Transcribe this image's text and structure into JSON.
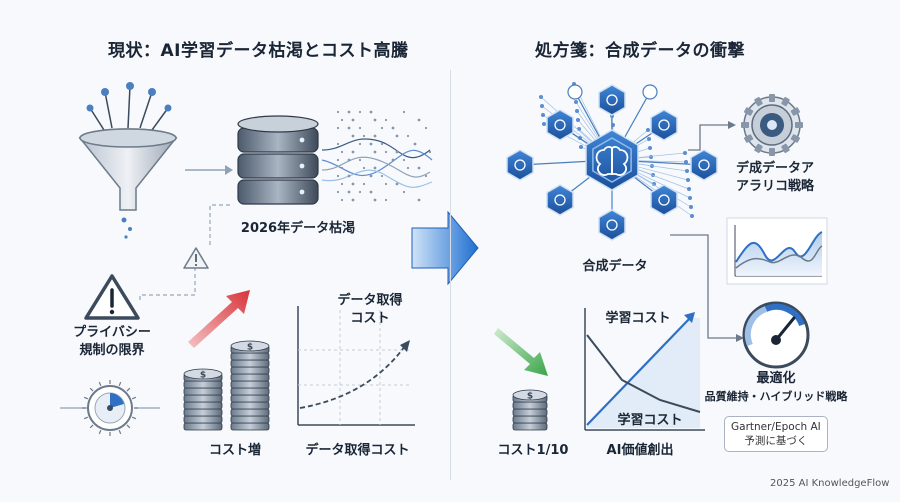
{
  "left": {
    "title": "現状：AI学習データ枯渇とコスト高騰",
    "data_depletion_label": "2026年データ枯渇",
    "privacy_label_line1": "プライバシー",
    "privacy_label_line2": "規制の限界",
    "cost_increase_label": "コスト増",
    "graph_title_line1": "データ取得",
    "graph_title_line2": "コスト",
    "graph_xlabel": "データ取得コスト"
  },
  "right": {
    "title": "処方箋：合成データの衝撃",
    "synthetic_label": "合成データ",
    "strategy_line1": "デ成データア",
    "strategy_line2": "アラリコ戦略",
    "optimize_label": "最適化",
    "optimize_sub": "品質維持・ハイブリッド戦略",
    "cost_label": "コスト1/10",
    "graph_upper_label": "学習コスト",
    "graph_lower_label": "学習コスト",
    "graph_xlabel": "AI価値創出",
    "source_line1": "Gartner/Epoch AI",
    "source_line2": "予測に基づく"
  },
  "footer": {
    "credit": "2025 AI KnowledgeFlow"
  },
  "colors": {
    "blue": "#2f6fc4",
    "dark": "#3b4a5c",
    "red": "#d8333a",
    "green": "#3aa44a",
    "line": "#8fa2b8"
  }
}
